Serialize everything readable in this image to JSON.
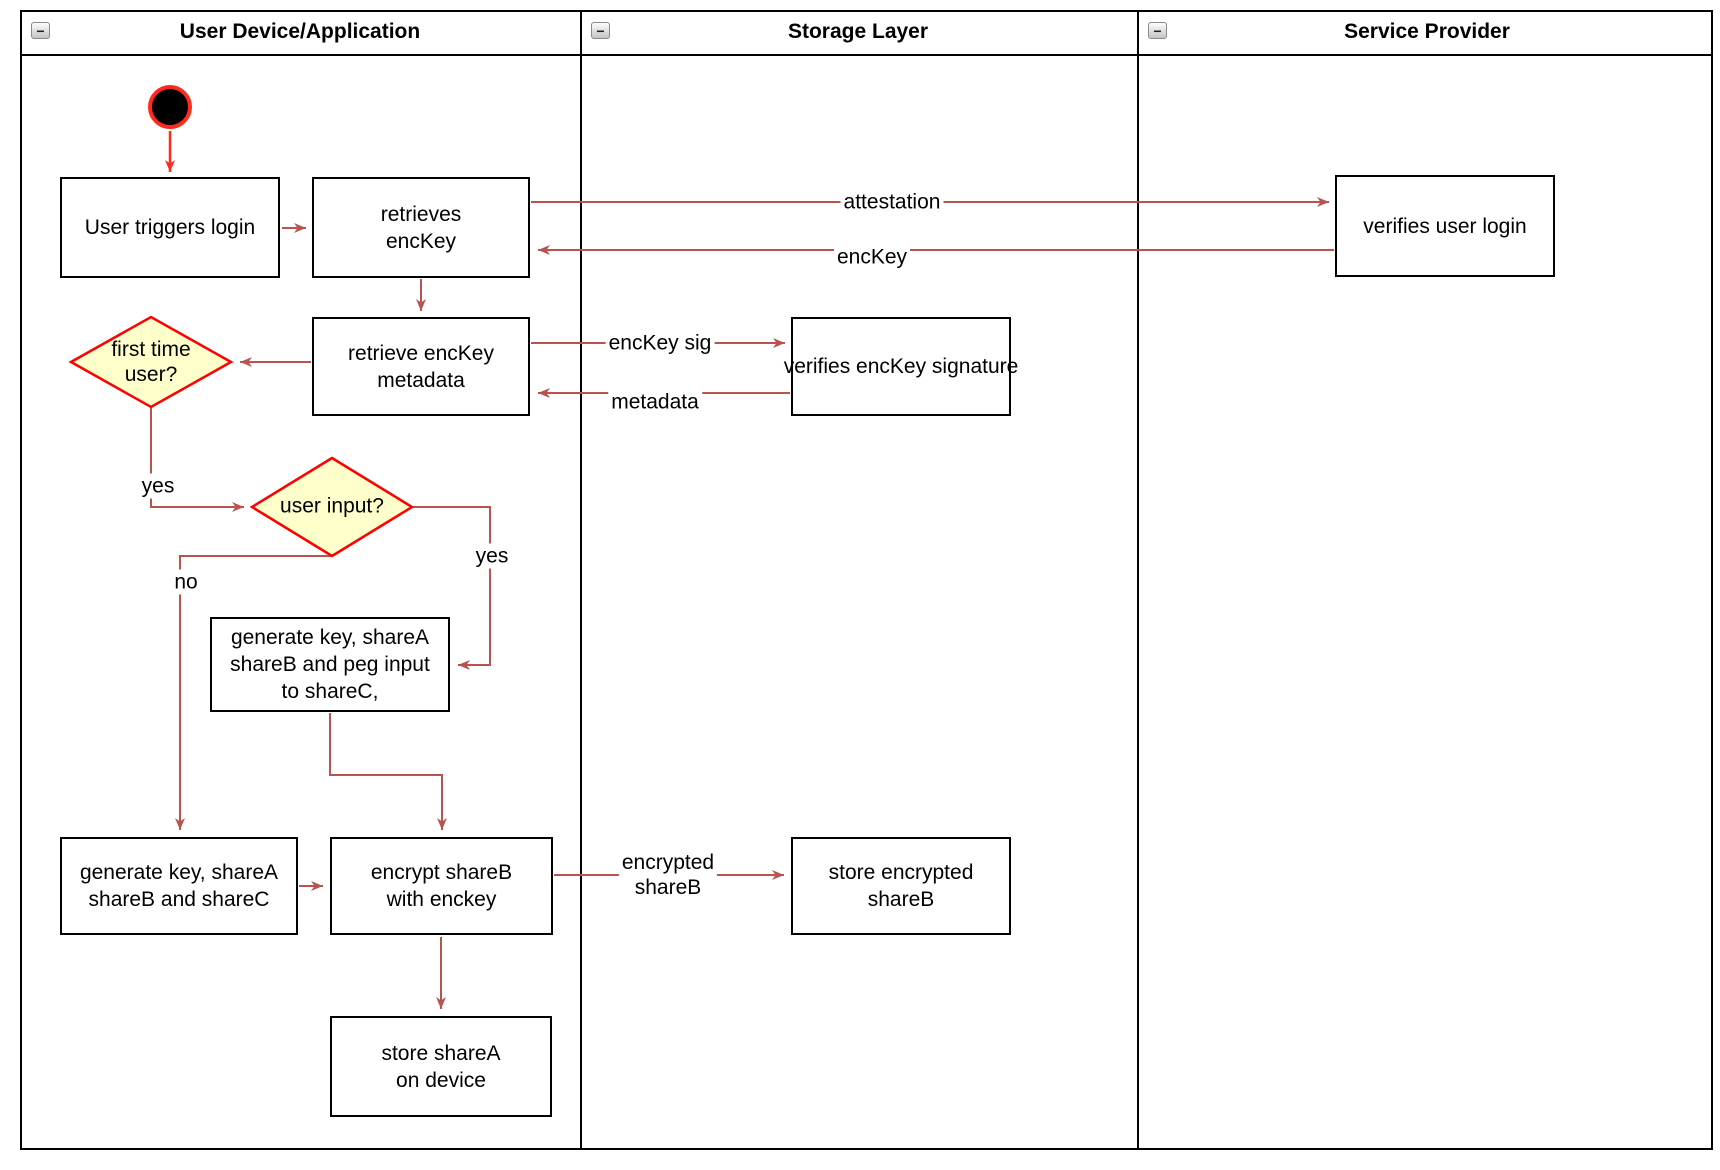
{
  "pool": {
    "collapse_glyph": "−",
    "lanes": [
      {
        "id": "user-device",
        "title": "User Device/Application"
      },
      {
        "id": "storage-layer",
        "title": "Storage Layer"
      },
      {
        "id": "service-provider",
        "title": "Service Provider"
      }
    ]
  },
  "nodes": {
    "user_triggers_login": {
      "line1": "User triggers login"
    },
    "retrieves_enckey": {
      "line1": "retrieves",
      "line2": "encKey"
    },
    "retrieve_enckey_metadata": {
      "line1": "retrieve encKey",
      "line2": "metadata"
    },
    "generate_key_peg_input": {
      "line1": "generate key, shareA",
      "line2": "shareB and peg input",
      "line3": "to shareC,"
    },
    "generate_key_sharec": {
      "line1": "generate key, shareA",
      "line2": "shareB and shareC"
    },
    "encrypt_shareb": {
      "line1": "encrypt shareB",
      "line2": "with enckey"
    },
    "store_sharea": {
      "line1": "store shareA",
      "line2": "on device"
    },
    "verifies_enckey_signature": {
      "line1": "verifies encKey signature"
    },
    "store_encrypted_shareb": {
      "line1": "store encrypted",
      "line2": "shareB"
    },
    "verifies_user_login": {
      "line1": "verifies user login"
    }
  },
  "decisions": {
    "first_time_user": {
      "line1": "first time",
      "line2": "user?"
    },
    "user_input": {
      "line1": "user input?"
    }
  },
  "edge_labels": {
    "attestation": "attestation",
    "enckey": "encKey",
    "enckey_sig": "encKey sig",
    "metadata": "metadata",
    "encrypted_shareb": "encrypted\nshareB",
    "yes_first_time": "yes",
    "yes_user_input": "yes",
    "no_user_input": "no"
  },
  "colors": {
    "arrow": "#B85450",
    "start_arrow": "#FF2A1A",
    "decision_fill": "#FFFFCC",
    "decision_border": "#FF0000",
    "node_border": "#000000",
    "node_fill": "#FFFFFF"
  }
}
